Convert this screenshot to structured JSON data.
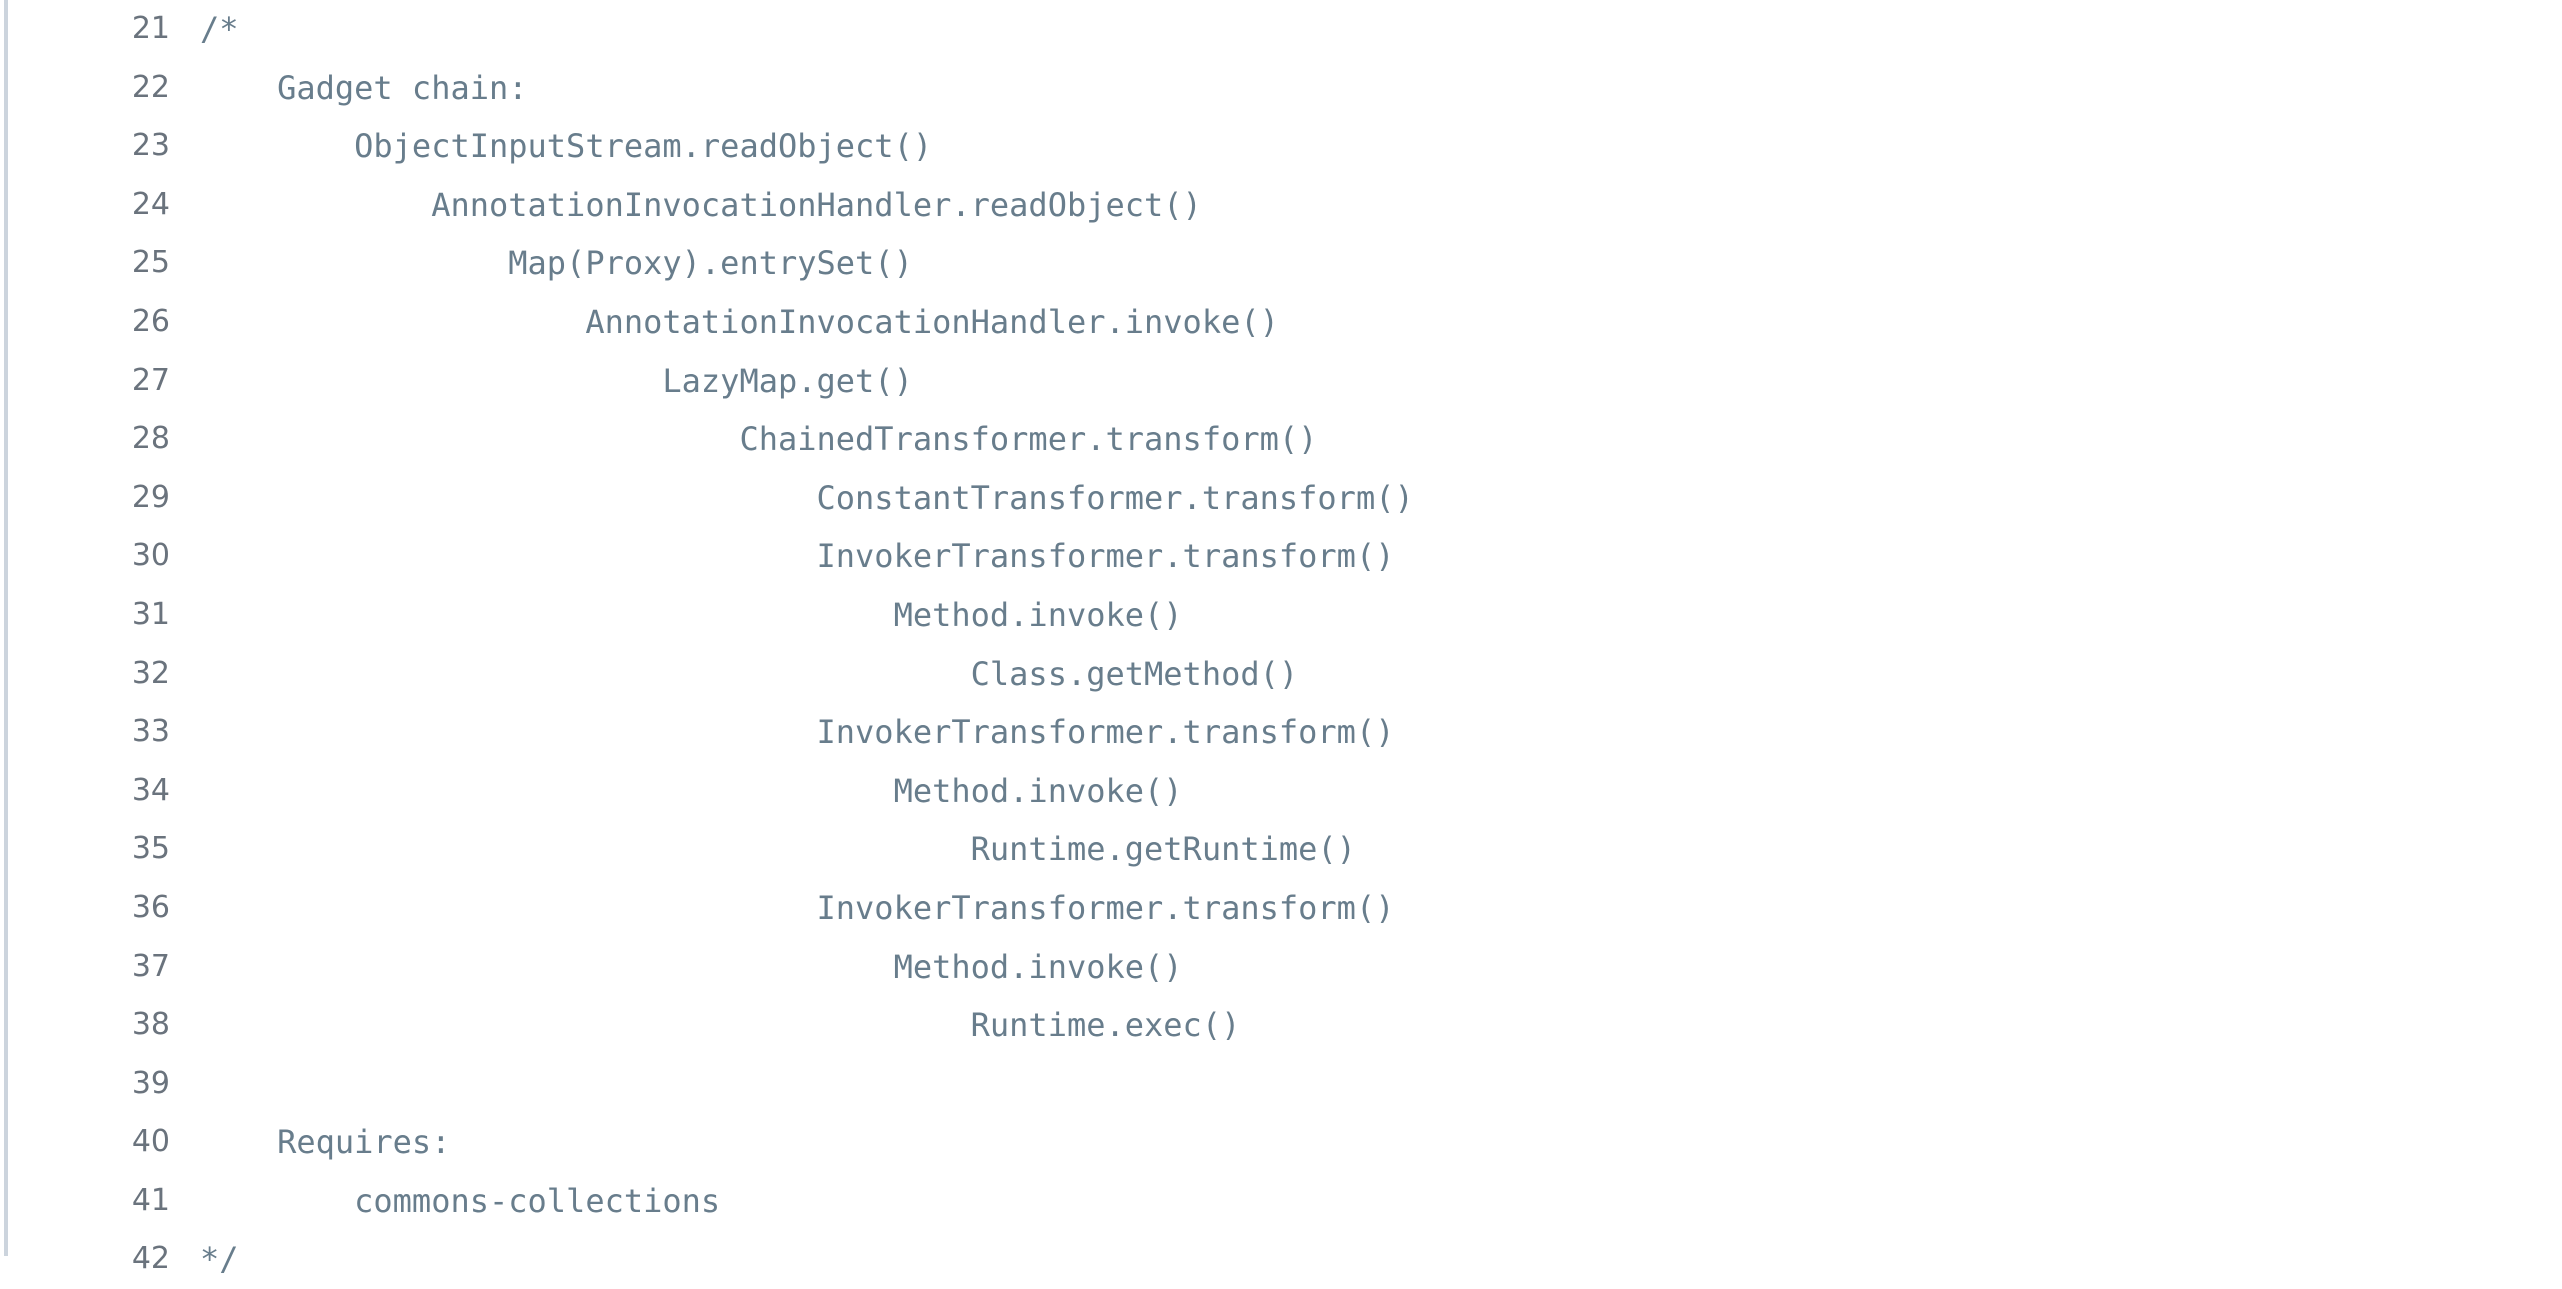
{
  "viewer": {
    "language": "java",
    "comment_color": "#687d8c",
    "line_number_color": "#6a737d",
    "background_color": "#ffffff",
    "gutter_rule_color": "#ccd4dd"
  },
  "lines": [
    {
      "number": "21",
      "text": "/*"
    },
    {
      "number": "22",
      "text": "    Gadget chain:"
    },
    {
      "number": "23",
      "text": "        ObjectInputStream.readObject()"
    },
    {
      "number": "24",
      "text": "            AnnotationInvocationHandler.readObject()"
    },
    {
      "number": "25",
      "text": "                Map(Proxy).entrySet()"
    },
    {
      "number": "26",
      "text": "                    AnnotationInvocationHandler.invoke()"
    },
    {
      "number": "27",
      "text": "                        LazyMap.get()"
    },
    {
      "number": "28",
      "text": "                            ChainedTransformer.transform()"
    },
    {
      "number": "29",
      "text": "                                ConstantTransformer.transform()"
    },
    {
      "number": "30",
      "text": "                                InvokerTransformer.transform()"
    },
    {
      "number": "31",
      "text": "                                    Method.invoke()"
    },
    {
      "number": "32",
      "text": "                                        Class.getMethod()"
    },
    {
      "number": "33",
      "text": "                                InvokerTransformer.transform()"
    },
    {
      "number": "34",
      "text": "                                    Method.invoke()"
    },
    {
      "number": "35",
      "text": "                                        Runtime.getRuntime()"
    },
    {
      "number": "36",
      "text": "                                InvokerTransformer.transform()"
    },
    {
      "number": "37",
      "text": "                                    Method.invoke()"
    },
    {
      "number": "38",
      "text": "                                        Runtime.exec()"
    },
    {
      "number": "39",
      "text": ""
    },
    {
      "number": "40",
      "text": "    Requires:"
    },
    {
      "number": "41",
      "text": "        commons-collections"
    },
    {
      "number": "42",
      "text": "*/"
    }
  ]
}
